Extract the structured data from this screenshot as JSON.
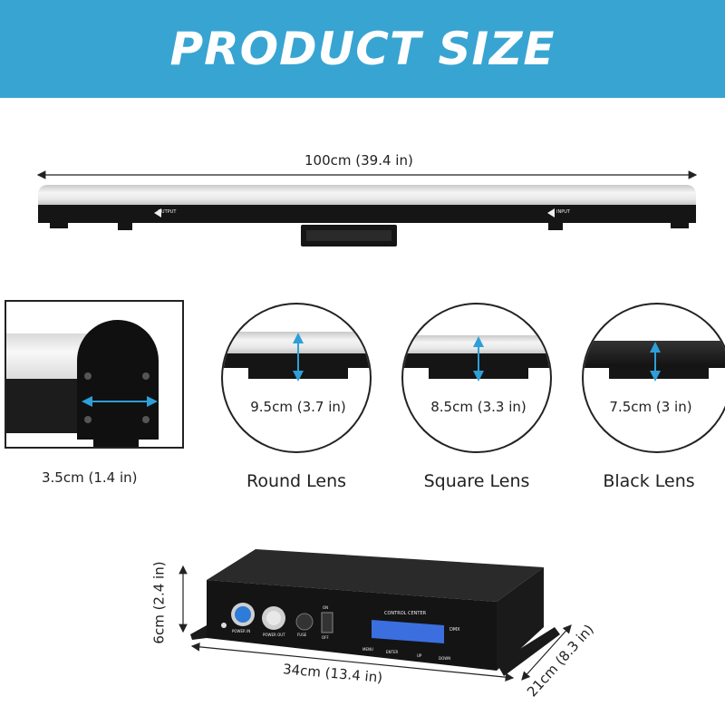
{
  "banner": {
    "title": "PRODUCT SIZE",
    "color": "#38a4d2"
  },
  "length_label": "100cm (39.4 in)",
  "bar_text": {
    "output": "OUTPUT",
    "input": "INPUT"
  },
  "profile_label": "3.5cm (1.4 in)",
  "lenses": [
    {
      "name": "Round Lens",
      "height": "9.5cm (3.7 in)"
    },
    {
      "name": "Square Lens",
      "height": "8.5cm (3.3 in)"
    },
    {
      "name": "Black Lens",
      "height": "7.5cm (3 in)"
    }
  ],
  "controller": {
    "height_label": "6cm (2.4 in)",
    "width_label": "34cm (13.4 in)",
    "depth_label": "21cm (8.3 in)",
    "panel": {
      "power_in": "POWER IN",
      "power_out": "POWER OUT",
      "fuse": "FUSE",
      "on": "ON",
      "off": "OFF",
      "control_center": "CONTROL CENTER",
      "dmx": "DMX",
      "menu": "MENU",
      "enter": "ENTER",
      "up": "UP",
      "down": "DOWN"
    }
  },
  "accent_arrow_color": "#2e9fd8"
}
